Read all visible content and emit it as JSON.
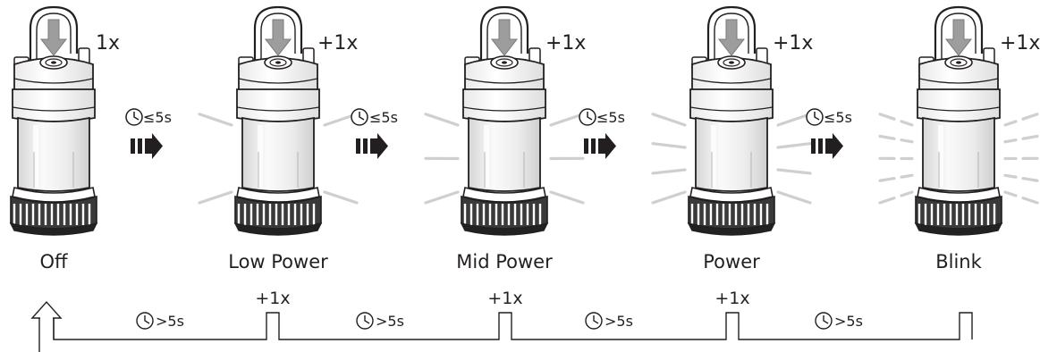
{
  "modes": [
    {
      "name": "Off",
      "press": "1x",
      "rays": 0
    },
    {
      "name": "Low Power",
      "press": "+1x",
      "rays": 4
    },
    {
      "name": "Mid Power",
      "press": "+1x",
      "rays": 6
    },
    {
      "name": "Power",
      "press": "+1x",
      "rays": 8
    },
    {
      "name": "Blink",
      "press": "+1x",
      "rays": 10,
      "dashed": true
    }
  ],
  "transitions": [
    {
      "time": "≤5s"
    },
    {
      "time": "≤5s"
    },
    {
      "time": "≤5s"
    },
    {
      "time": "≤5s"
    }
  ],
  "sequence": {
    "gaps": [
      {
        "time": ">5s"
      },
      {
        "time": ">5s"
      },
      {
        "time": ">5s"
      },
      {
        "time": ">5s"
      }
    ],
    "presses": [
      {
        "label": "+1x"
      },
      {
        "label": "+1x"
      },
      {
        "label": "+1x"
      }
    ]
  },
  "colors": {
    "ink": "#231f20",
    "press_arrow": "#9d9d9d",
    "glass": "#e6e6e6",
    "rays": "#cfcfcf"
  }
}
